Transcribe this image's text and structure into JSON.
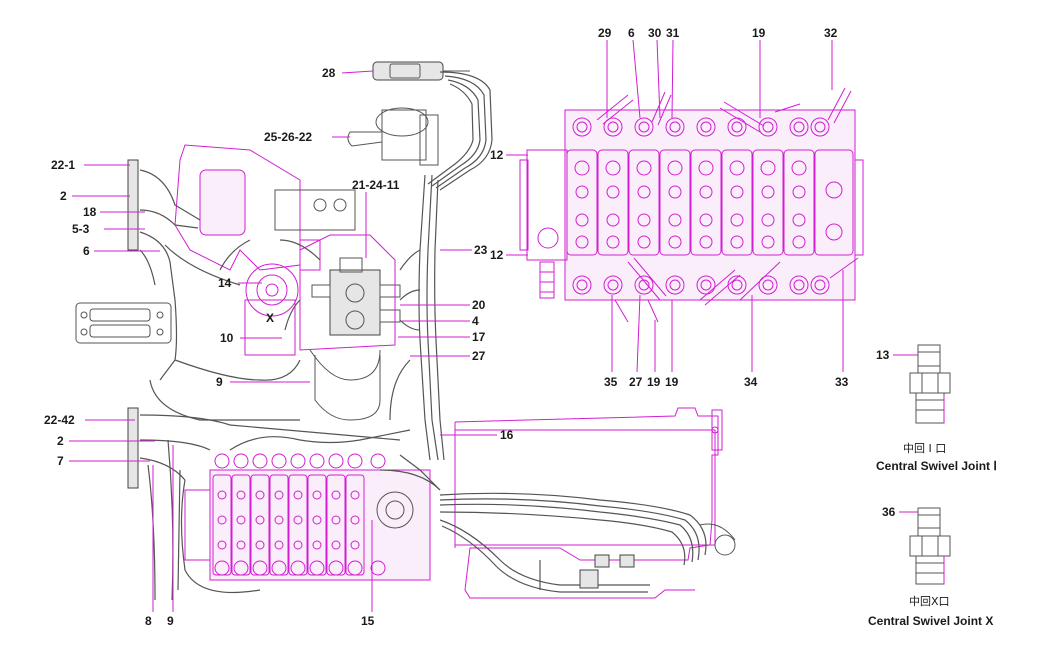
{
  "labels": {
    "l_29": "29",
    "l_6t": "6",
    "l_30": "30",
    "l_31": "31",
    "l_19t": "19",
    "l_32": "32",
    "l_12a": "12",
    "l_12b": "12",
    "l_35": "35",
    "l_27b": "27",
    "l_19b1": "19",
    "l_19b2": "19",
    "l_34": "34",
    "l_33": "33",
    "l_28": "28",
    "l_25": "25-26-22",
    "l_21": "21-24-11",
    "l_23": "23",
    "l_221": "22-1",
    "l_2a": "2",
    "l_18": "18",
    "l_53": "5-3",
    "l_6a": "6",
    "l_14": "14",
    "l_x": "X",
    "l_10": "10",
    "l_20": "20",
    "l_4": "4",
    "l_17": "17",
    "l_27": "27",
    "l_9a": "9",
    "l_2242": "22-42",
    "l_2b": "2",
    "l_7": "7",
    "l_16": "16",
    "l_8": "8",
    "l_9b": "9",
    "l_15": "15",
    "l_13": "13",
    "l_36": "36"
  },
  "captions": {
    "joint1_cn": "中回 I 口",
    "joint1_en": "Central Swivel Joint Ⅰ",
    "jointx_cn": "中回X口",
    "jointx_en": "Central Swivel Joint X"
  },
  "colors": {
    "highlight": "#d21ed2",
    "line": "#555555",
    "text": "#1a1a1a"
  }
}
